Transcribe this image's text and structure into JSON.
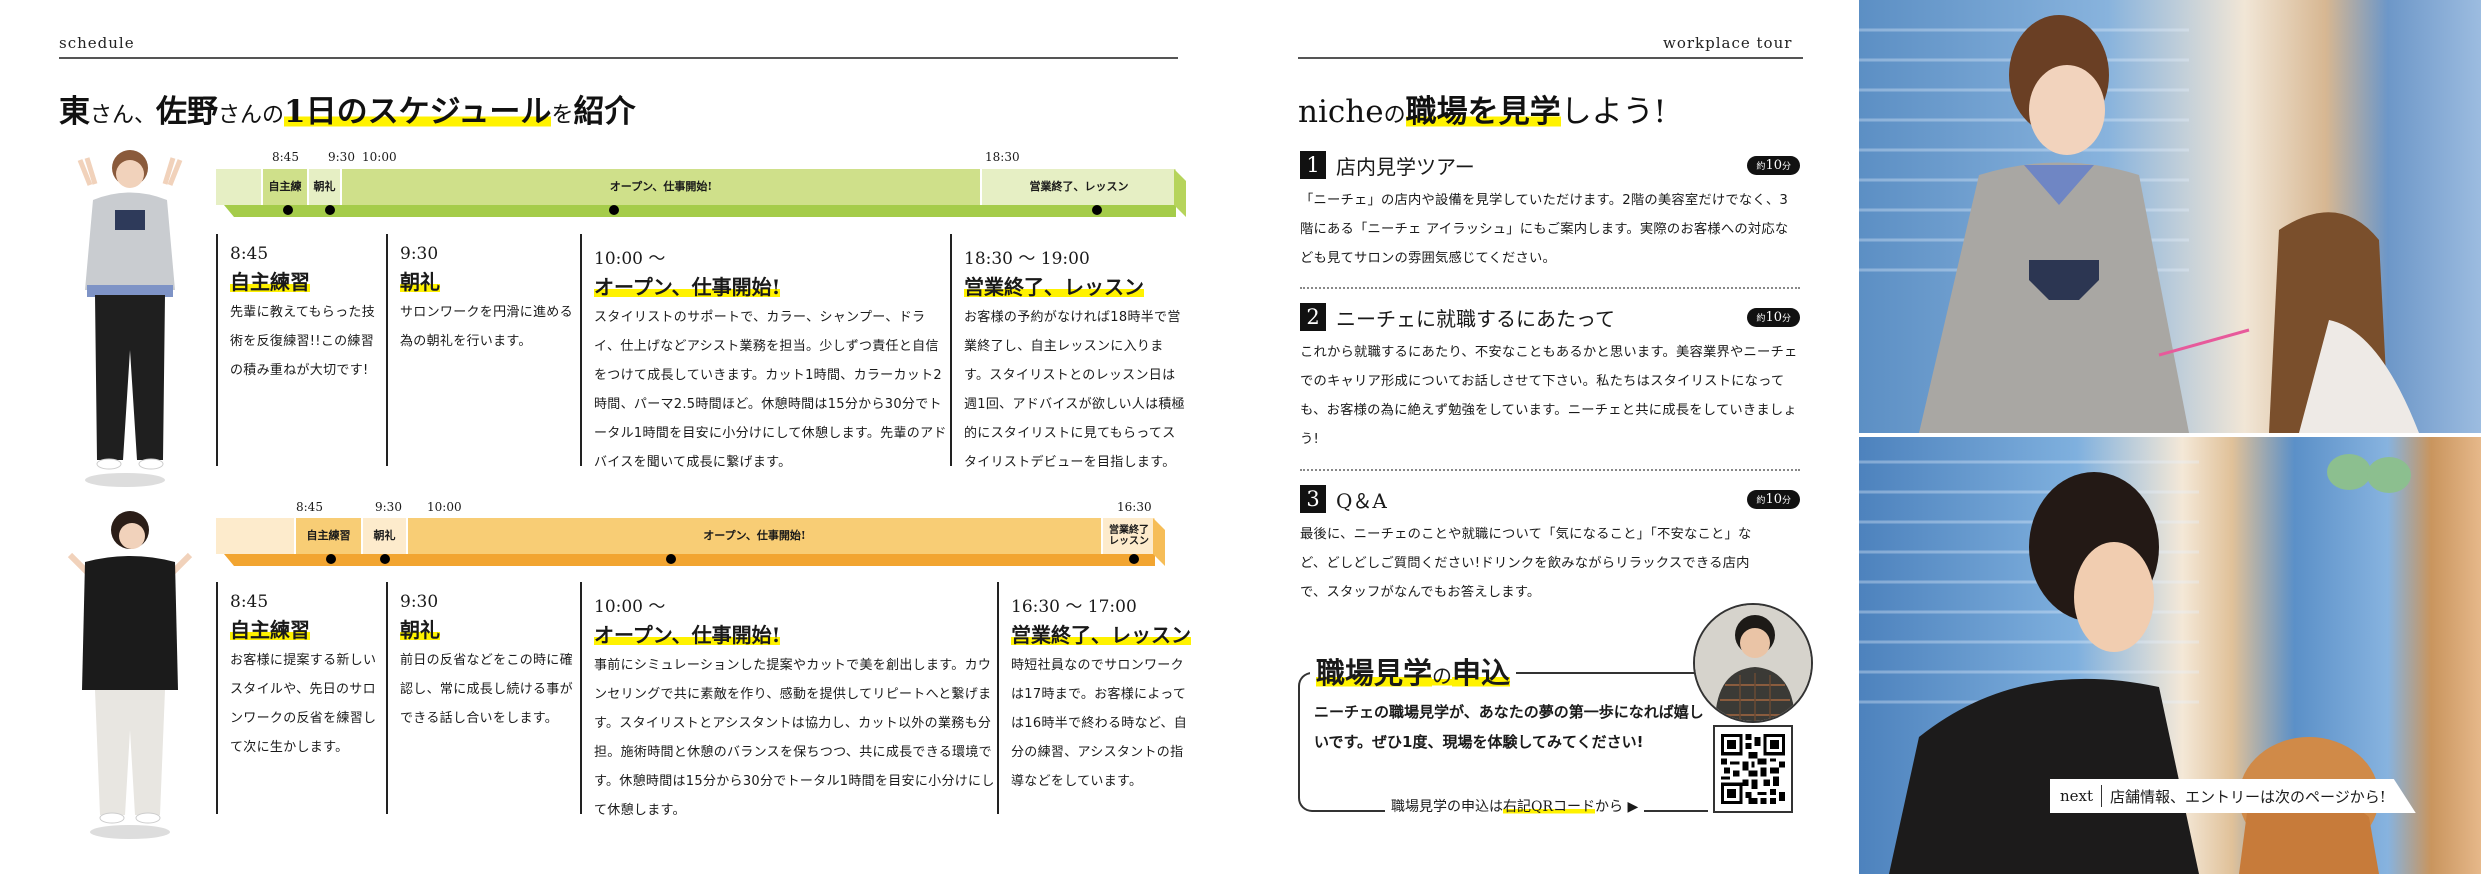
{
  "schedule": {
    "section_label": "schedule",
    "title": {
      "part1": "東",
      "part2": "さん、",
      "part3": "佐野",
      "part4": "さんの",
      "highlight": "1日のスケジュール",
      "part5": "を",
      "part6": "紹介"
    },
    "people": [
      {
        "name": "東さん",
        "timeline_color_main": "#cfe08a",
        "timeline_color_light": "#e6efc4",
        "timeline_color_base": "#a5cc4a",
        "times": [
          "8:45",
          "9:30",
          "10:00",
          "18:30"
        ],
        "segments": [
          "自主練",
          "朝礼",
          "オープン、仕事開始!",
          "営業終了、レッスン"
        ],
        "cards": [
          {
            "time": "8:45",
            "title": "自主練習",
            "body": "先輩に教えてもらった技術を反復練習!!この練習の積み重ねが大切です!"
          },
          {
            "time": "9:30",
            "title": "朝礼",
            "body": "サロンワークを円滑に進める為の朝礼を行います。"
          },
          {
            "time": "10:00 ～",
            "title": "オープン、仕事開始!",
            "body": "スタイリストのサポートで、カラー、シャンプー、ドライ、仕上げなどアシスト業務を担当。少しずつ責任と自信をつけて成長していきます。カット1時間、カラーカット2時間、パーマ2.5時間ほど。休憩時間は15分から30分でトータル1時間を目安に小分けにして休憩します。先輩のアドバイスを聞いて成長に繋げます。"
          },
          {
            "time": "18:30 ～ 19:00",
            "title": "営業終了、レッスン",
            "body": "お客様の予約がなければ18時半で営業終了し、自主レッスンに入ります。スタイリストとのレッスン日は週1回、アドバイスが欲しい人は積極的にスタイリストに見てもらってスタイリストデビューを目指します。"
          }
        ]
      },
      {
        "name": "佐野さん",
        "timeline_color_main": "#f8cd75",
        "timeline_color_light": "#fdebcc",
        "timeline_color_base": "#f2a531",
        "times": [
          "8:45",
          "9:30",
          "10:00",
          "16:30"
        ],
        "segments": [
          "自主練習",
          "朝礼",
          "オープン、仕事開始!",
          "営業終了\nレッスン"
        ],
        "cards": [
          {
            "time": "8:45",
            "title": "自主練習",
            "body": "お客様に提案する新しいスタイルや、先日のサロンワークの反省を練習して次に生かします。"
          },
          {
            "time": "9:30",
            "title": "朝礼",
            "body": "前日の反省などをこの時に確認し、常に成長し続ける事ができる話し合いをします。"
          },
          {
            "time": "10:00 ～",
            "title": "オープン、仕事開始!",
            "body": "事前にシミュレーションした提案やカットで美を創出します。カウンセリングで共に素敵を作り、感動を提供してリピートへと繋げます。スタイリストとアシスタントは協力し、カット以外の業務も分担。施術時間と休憩のバランスを保ちつつ、共に成長できる環境です。休憩時間は15分から30分でトータル1時間を目安に小分けにして休憩します。"
          },
          {
            "time": "16:30 ～ 17:00",
            "title": "営業終了、レッスン",
            "body": "時短社員なのでサロンワークは17時まで。お客様によっては16時半で終わる時など、自分の練習、アシスタントの指導などをしています。"
          }
        ]
      }
    ]
  },
  "tour": {
    "section_label": "workplace tour",
    "title": {
      "part1": "niche",
      "part2": "の",
      "highlight": "職場を見学",
      "part3": "しよう!"
    },
    "steps": [
      {
        "num": "1",
        "title": "店内見学ツアー",
        "badge_prefix": "約",
        "badge_value": "10",
        "badge_unit": "分",
        "body": "「ニーチェ」の店内や設備を見学していただけます。2階の美容室だけでなく、3階にある「ニーチェ アイラッシュ」にもご案内します。実際のお客様への対応なども見てサロンの雰囲気感じてください。"
      },
      {
        "num": "2",
        "title": "ニーチェに就職するにあたって",
        "badge_prefix": "約",
        "badge_value": "10",
        "badge_unit": "分",
        "body": "これから就職するにあたり、不安なこともあるかと思います。美容業界やニーチェでのキャリア形成についてお話しさせて下さい。私たちはスタイリストになっても、お客様の為に絶えず勉強をしています。ニーチェと共に成長をしていきましょう!"
      },
      {
        "num": "3",
        "title": "Q＆A",
        "badge_prefix": "約",
        "badge_value": "10",
        "badge_unit": "分",
        "body": "最後に、ニーチェのことや就職について「気になること」「不安なこと」など、どしどしご質問ください!ドリンクを飲みながらリラックスできる店内で、スタッフがなんでもお答えします。"
      }
    ],
    "apply": {
      "title_a": "職場見学",
      "title_b": "の",
      "title_c": "申込",
      "body": "ニーチェの職場見学が、あなたの夢の第一歩になれば嬉しいです。ぜひ1度、現場を体験してみてください!",
      "footer_a": "職場見学の申込は",
      "footer_highlight": "右記QRコード",
      "footer_b": "から",
      "arrow": "▶"
    }
  },
  "next_banner": {
    "label": "next",
    "text": "店舗情報、エントリーは次のページから!"
  }
}
